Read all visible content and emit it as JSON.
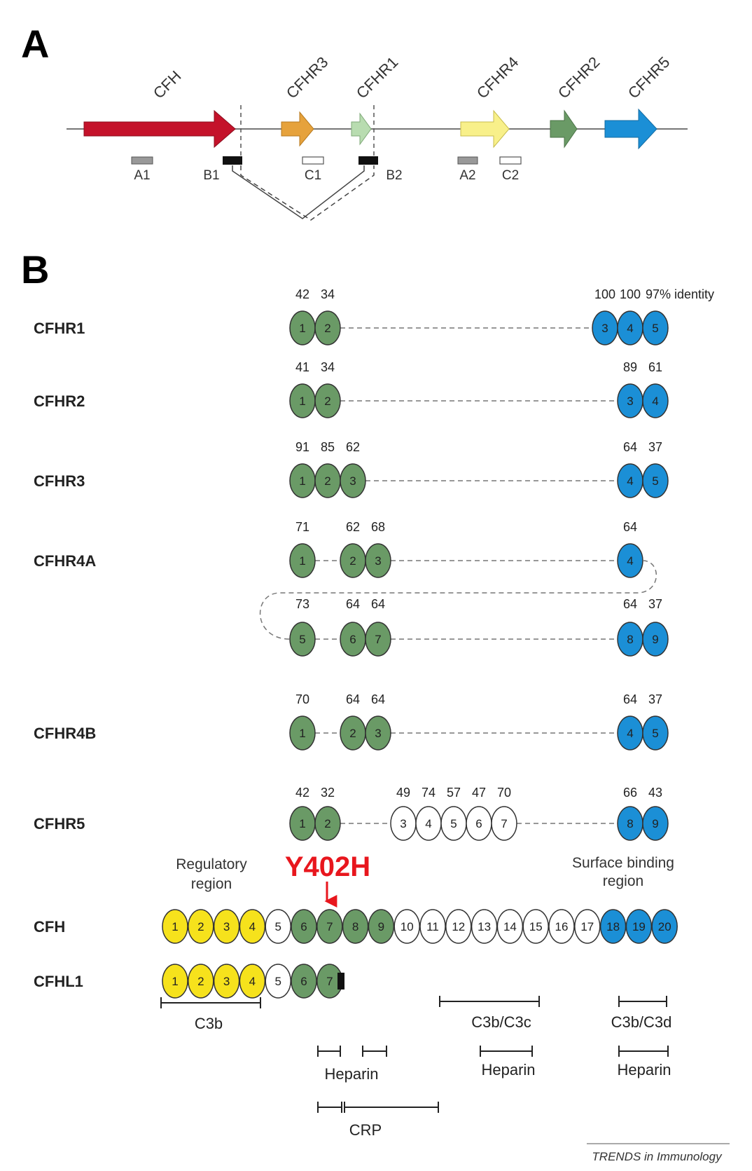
{
  "colors": {
    "green": "#6a9a66",
    "blue": "#1b8fd6",
    "yellow": "#f6e21c",
    "white": "#ffffff",
    "red": "#e8161d"
  },
  "panel_a": {
    "letter": "A",
    "genes": [
      {
        "name": "CFH",
        "color": "#c4122a"
      },
      {
        "name": "CFHR3",
        "color": "#e6a23c"
      },
      {
        "name": "CFHR1",
        "color": "#b8dcb0"
      },
      {
        "name": "CFHR4",
        "color": "#f8f08a"
      },
      {
        "name": "CFHR2",
        "color": "#6a9a66"
      },
      {
        "name": "CFHR5",
        "color": "#1b8fd6"
      }
    ],
    "markers": [
      "A1",
      "B1",
      "C1",
      "B2",
      "A2",
      "C2"
    ]
  },
  "panel_b": {
    "letter": "B",
    "rows": [
      {
        "label": "CFHR1",
        "domains": [
          {
            "n": "1",
            "c": "green",
            "id": "42"
          },
          {
            "n": "2",
            "c": "green",
            "id": "34"
          },
          {
            "n": "3",
            "c": "blue",
            "id": "100"
          },
          {
            "n": "4",
            "c": "blue",
            "id": "100"
          },
          {
            "n": "5",
            "c": "blue",
            "id": "97% identity"
          }
        ]
      },
      {
        "label": "CFHR2",
        "domains": [
          {
            "n": "1",
            "c": "green",
            "id": "41"
          },
          {
            "n": "2",
            "c": "green",
            "id": "34"
          },
          {
            "n": "3",
            "c": "blue",
            "id": "89"
          },
          {
            "n": "4",
            "c": "blue",
            "id": "61"
          }
        ]
      },
      {
        "label": "CFHR3",
        "domains": [
          {
            "n": "1",
            "c": "green",
            "id": "91"
          },
          {
            "n": "2",
            "c": "green",
            "id": "85"
          },
          {
            "n": "3",
            "c": "green",
            "id": "62"
          },
          {
            "n": "4",
            "c": "blue",
            "id": "64"
          },
          {
            "n": "5",
            "c": "blue",
            "id": "37"
          }
        ]
      },
      {
        "label": "CFHR4A",
        "domains": [
          {
            "n": "1",
            "c": "green",
            "id": "71"
          },
          {
            "n": "2",
            "c": "green",
            "id": "62"
          },
          {
            "n": "3",
            "c": "green",
            "id": "68"
          },
          {
            "n": "4",
            "c": "blue",
            "id": "64"
          }
        ]
      },
      {
        "label": "",
        "domains": [
          {
            "n": "5",
            "c": "green",
            "id": "73"
          },
          {
            "n": "6",
            "c": "green",
            "id": "64"
          },
          {
            "n": "7",
            "c": "green",
            "id": "64"
          },
          {
            "n": "8",
            "c": "blue",
            "id": "64"
          },
          {
            "n": "9",
            "c": "blue",
            "id": "37"
          }
        ]
      },
      {
        "label": "CFHR4B",
        "domains": [
          {
            "n": "1",
            "c": "green",
            "id": "70"
          },
          {
            "n": "2",
            "c": "green",
            "id": "64"
          },
          {
            "n": "3",
            "c": "green",
            "id": "64"
          },
          {
            "n": "4",
            "c": "blue",
            "id": "64"
          },
          {
            "n": "5",
            "c": "blue",
            "id": "37"
          }
        ]
      },
      {
        "label": "CFHR5",
        "domains": [
          {
            "n": "1",
            "c": "green",
            "id": "42"
          },
          {
            "n": "2",
            "c": "green",
            "id": "32"
          },
          {
            "n": "3",
            "c": "white",
            "id": "49"
          },
          {
            "n": "4",
            "c": "white",
            "id": "74"
          },
          {
            "n": "5",
            "c": "white",
            "id": "57"
          },
          {
            "n": "6",
            "c": "white",
            "id": "47"
          },
          {
            "n": "7",
            "c": "white",
            "id": "70"
          },
          {
            "n": "8",
            "c": "blue",
            "id": "66"
          },
          {
            "n": "9",
            "c": "blue",
            "id": "43"
          }
        ]
      }
    ],
    "cfh": {
      "label": "CFH",
      "domains": [
        {
          "n": "1",
          "c": "yellow"
        },
        {
          "n": "2",
          "c": "yellow"
        },
        {
          "n": "3",
          "c": "yellow"
        },
        {
          "n": "4",
          "c": "yellow"
        },
        {
          "n": "5",
          "c": "white"
        },
        {
          "n": "6",
          "c": "green"
        },
        {
          "n": "7",
          "c": "green"
        },
        {
          "n": "8",
          "c": "green"
        },
        {
          "n": "9",
          "c": "green"
        },
        {
          "n": "10",
          "c": "white"
        },
        {
          "n": "11",
          "c": "white"
        },
        {
          "n": "12",
          "c": "white"
        },
        {
          "n": "13",
          "c": "white"
        },
        {
          "n": "14",
          "c": "white"
        },
        {
          "n": "15",
          "c": "white"
        },
        {
          "n": "16",
          "c": "white"
        },
        {
          "n": "17",
          "c": "white"
        },
        {
          "n": "18",
          "c": "blue"
        },
        {
          "n": "19",
          "c": "blue"
        },
        {
          "n": "20",
          "c": "blue"
        }
      ]
    },
    "cfhl1": {
      "label": "CFHL1",
      "domains": [
        {
          "n": "1",
          "c": "yellow"
        },
        {
          "n": "2",
          "c": "yellow"
        },
        {
          "n": "3",
          "c": "yellow"
        },
        {
          "n": "4",
          "c": "yellow"
        },
        {
          "n": "5",
          "c": "white"
        },
        {
          "n": "6",
          "c": "green"
        },
        {
          "n": "7",
          "c": "green"
        }
      ]
    },
    "regulatory_region": [
      "Regulatory",
      "region"
    ],
    "surface_region": [
      "Surface binding",
      "region"
    ],
    "mutation": "Y402H",
    "binding": {
      "c3b": "C3b",
      "c3b_c3c": "C3b/C3c",
      "c3b_c3d": "C3b/C3d",
      "heparin": "Heparin",
      "crp": "CRP"
    },
    "credit": "TRENDS in Immunology"
  }
}
